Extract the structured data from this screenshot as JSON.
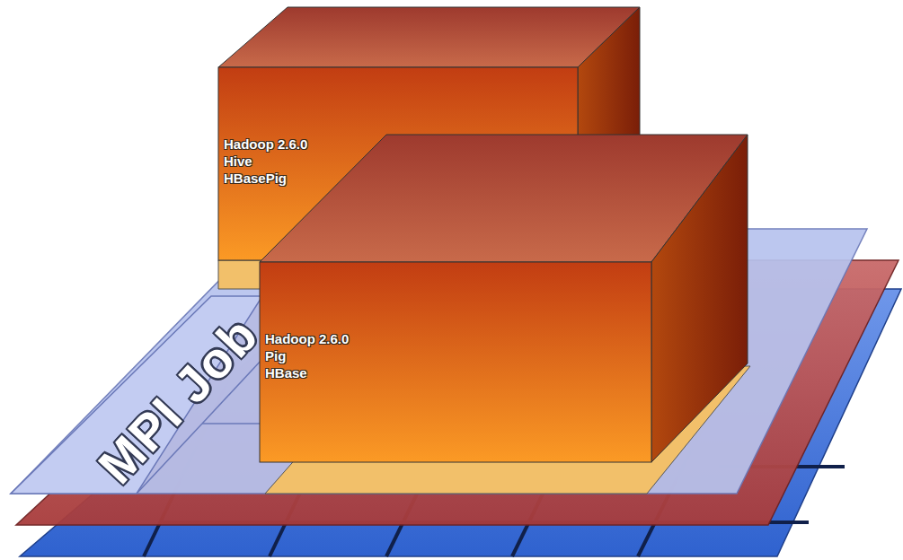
{
  "diagram": {
    "nodes": [
      {
        "text": [
          "Hadoop 2.6.0",
          "Hive",
          "HBasePig"
        ]
      },
      {
        "text": [
          "Hadoop 2.6.0",
          "Pig",
          "HBase"
        ]
      }
    ],
    "labels": [
      "MPI Job"
    ]
  }
}
